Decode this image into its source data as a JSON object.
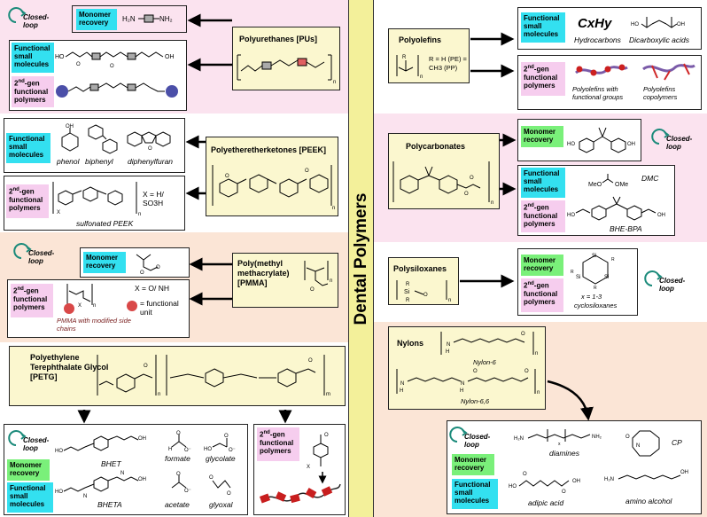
{
  "center_title": "Dental Polymers",
  "tags": {
    "closed_loop": "Closed-loop",
    "monomer_recovery": "Monomer recovery",
    "functional_small_molecules": "Functional small molecules",
    "second_gen_sup": "nd",
    "second_gen_a": "2",
    "second_gen_b": "-gen functional polymers"
  },
  "pu": {
    "title": "Polyurethanes [PUs]",
    "monomer": "H2N—■—NH2"
  },
  "peek": {
    "title": "Polyetheretherketones [PEEK]",
    "phenol": "phenol",
    "biphenyl": "biphenyl",
    "diphenylfuran": "diphenylfuran",
    "sulfonated": "sulfonated PEEK",
    "x_label": "X = H/ SO3H"
  },
  "pmma": {
    "title": "Poly(methyl methacrylate) [PMMA]",
    "side_chains": "PMMA with modified side chains",
    "x_label": "X = O/ NH",
    "functional_unit": "= functional unit"
  },
  "petg": {
    "title": "Polyethylene Terephthalate Glycol [PETG]",
    "bhet": "BHET",
    "formate": "formate",
    "glycolate": "glycolate",
    "bheta": "BHETA",
    "acetate": "acetate",
    "glyoxal": "glyoxal"
  },
  "polyolefins": {
    "title": "Polyolefins",
    "r_label": "R = H (PE) = CH3 (PP)",
    "hydrocarbons_formula": "CxHy",
    "hydrocarbons": "Hydrocarbons",
    "dicarboxylic": "Dicarboxylic acids",
    "with_groups": "Polyolefins with functional groups",
    "copolymers": "Polyolefins copolymers"
  },
  "polycarbonates": {
    "title": "Polycarbonates",
    "dmc": "DMC",
    "meo": "MeO",
    "ome": "OMe",
    "bhe_bpa": "BHE-BPA"
  },
  "polysiloxanes": {
    "title": "Polysiloxanes",
    "x_range": "x = 1-3",
    "cyclosiloxanes": "cyclosiloxanes"
  },
  "nylons": {
    "title": "Nylons",
    "nylon6": "Nylon-6",
    "nylon66": "Nylon-6,6",
    "diamines": "diamines",
    "cp": "CP",
    "adipic": "adipic acid",
    "amino_alcohol": "amino alcohol"
  },
  "colors": {
    "pink_panel": "#fbe3ef",
    "peach_panel": "#fbe5d6",
    "center_bar": "#f3f09a",
    "yellow_box": "#fbf7cf",
    "cyan": "#33e0f0",
    "green": "#7af07a",
    "pink_tag": "#f6cdee",
    "closed_loop": "#1a8a7a"
  }
}
